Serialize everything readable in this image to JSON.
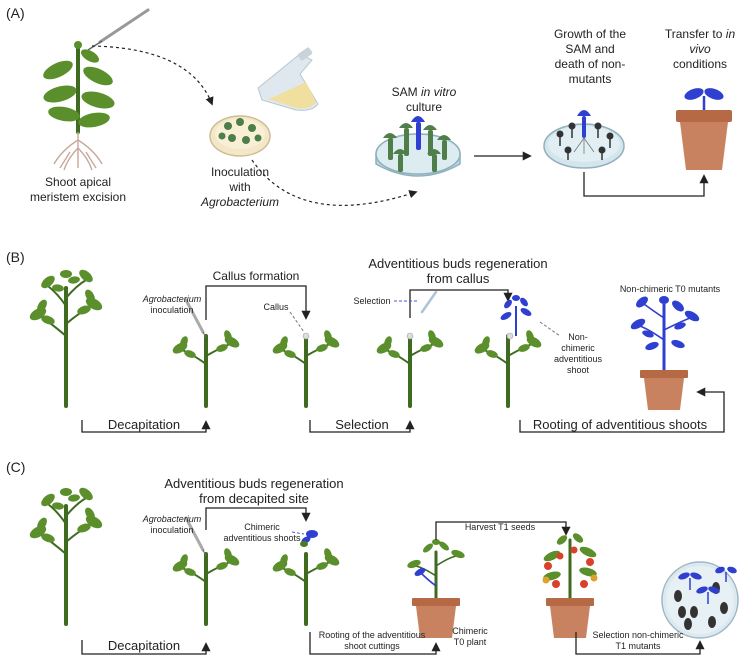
{
  "panels": {
    "a": "(A)",
    "b": "(B)",
    "c": "(C)"
  },
  "panel_a": {
    "excision": [
      "Shoot apical",
      "meristem excision"
    ],
    "inoculation": [
      "Inoculation",
      "with"
    ],
    "inoculation_agent": "Agrobacterium",
    "sam_line1_pre": "SAM ",
    "sam_line1_em": "in vitro",
    "sam_line2": "culture",
    "growth": [
      "Growth of the",
      "SAM and",
      "death of non-",
      "mutants"
    ],
    "transfer_line1_pre": "Transfer to ",
    "transfer_line1_em": "in",
    "transfer_line2_em": "vivo",
    "transfer_line3": "conditions"
  },
  "panel_b": {
    "agro": "Agrobacterium",
    "inoc": "inoculation",
    "callus_formation": "Callus formation",
    "callus": "Callus",
    "adv_title": [
      "Adventitious buds regeneration",
      "from callus"
    ],
    "selection_small": "Selection",
    "non_chimeric": [
      "Non-",
      "chimeric",
      "adventitious",
      "shoot"
    ],
    "t0_mutants": "Non-chimeric T0 mutants",
    "decapitation": "Decapitation",
    "selection": "Selection",
    "rooting": "Rooting of adventitious shoots"
  },
  "panel_c": {
    "adv_title": [
      "Adventitious buds regeneration",
      "from decapited site"
    ],
    "agro": "Agrobacterium",
    "inoc": "inoculation",
    "chimeric_shoots": [
      "Chimeric",
      "adventitious shoots"
    ],
    "harvest": "Harvest T1 seeds",
    "chimeric_plant": [
      "Chimeric",
      "T0 plant"
    ],
    "decapitation": "Decapitation",
    "rooting": [
      "Rooting of the adventitious",
      "shoot cuttings"
    ],
    "selection": [
      "Selection non-chimeric",
      "T1 mutants"
    ]
  }
}
